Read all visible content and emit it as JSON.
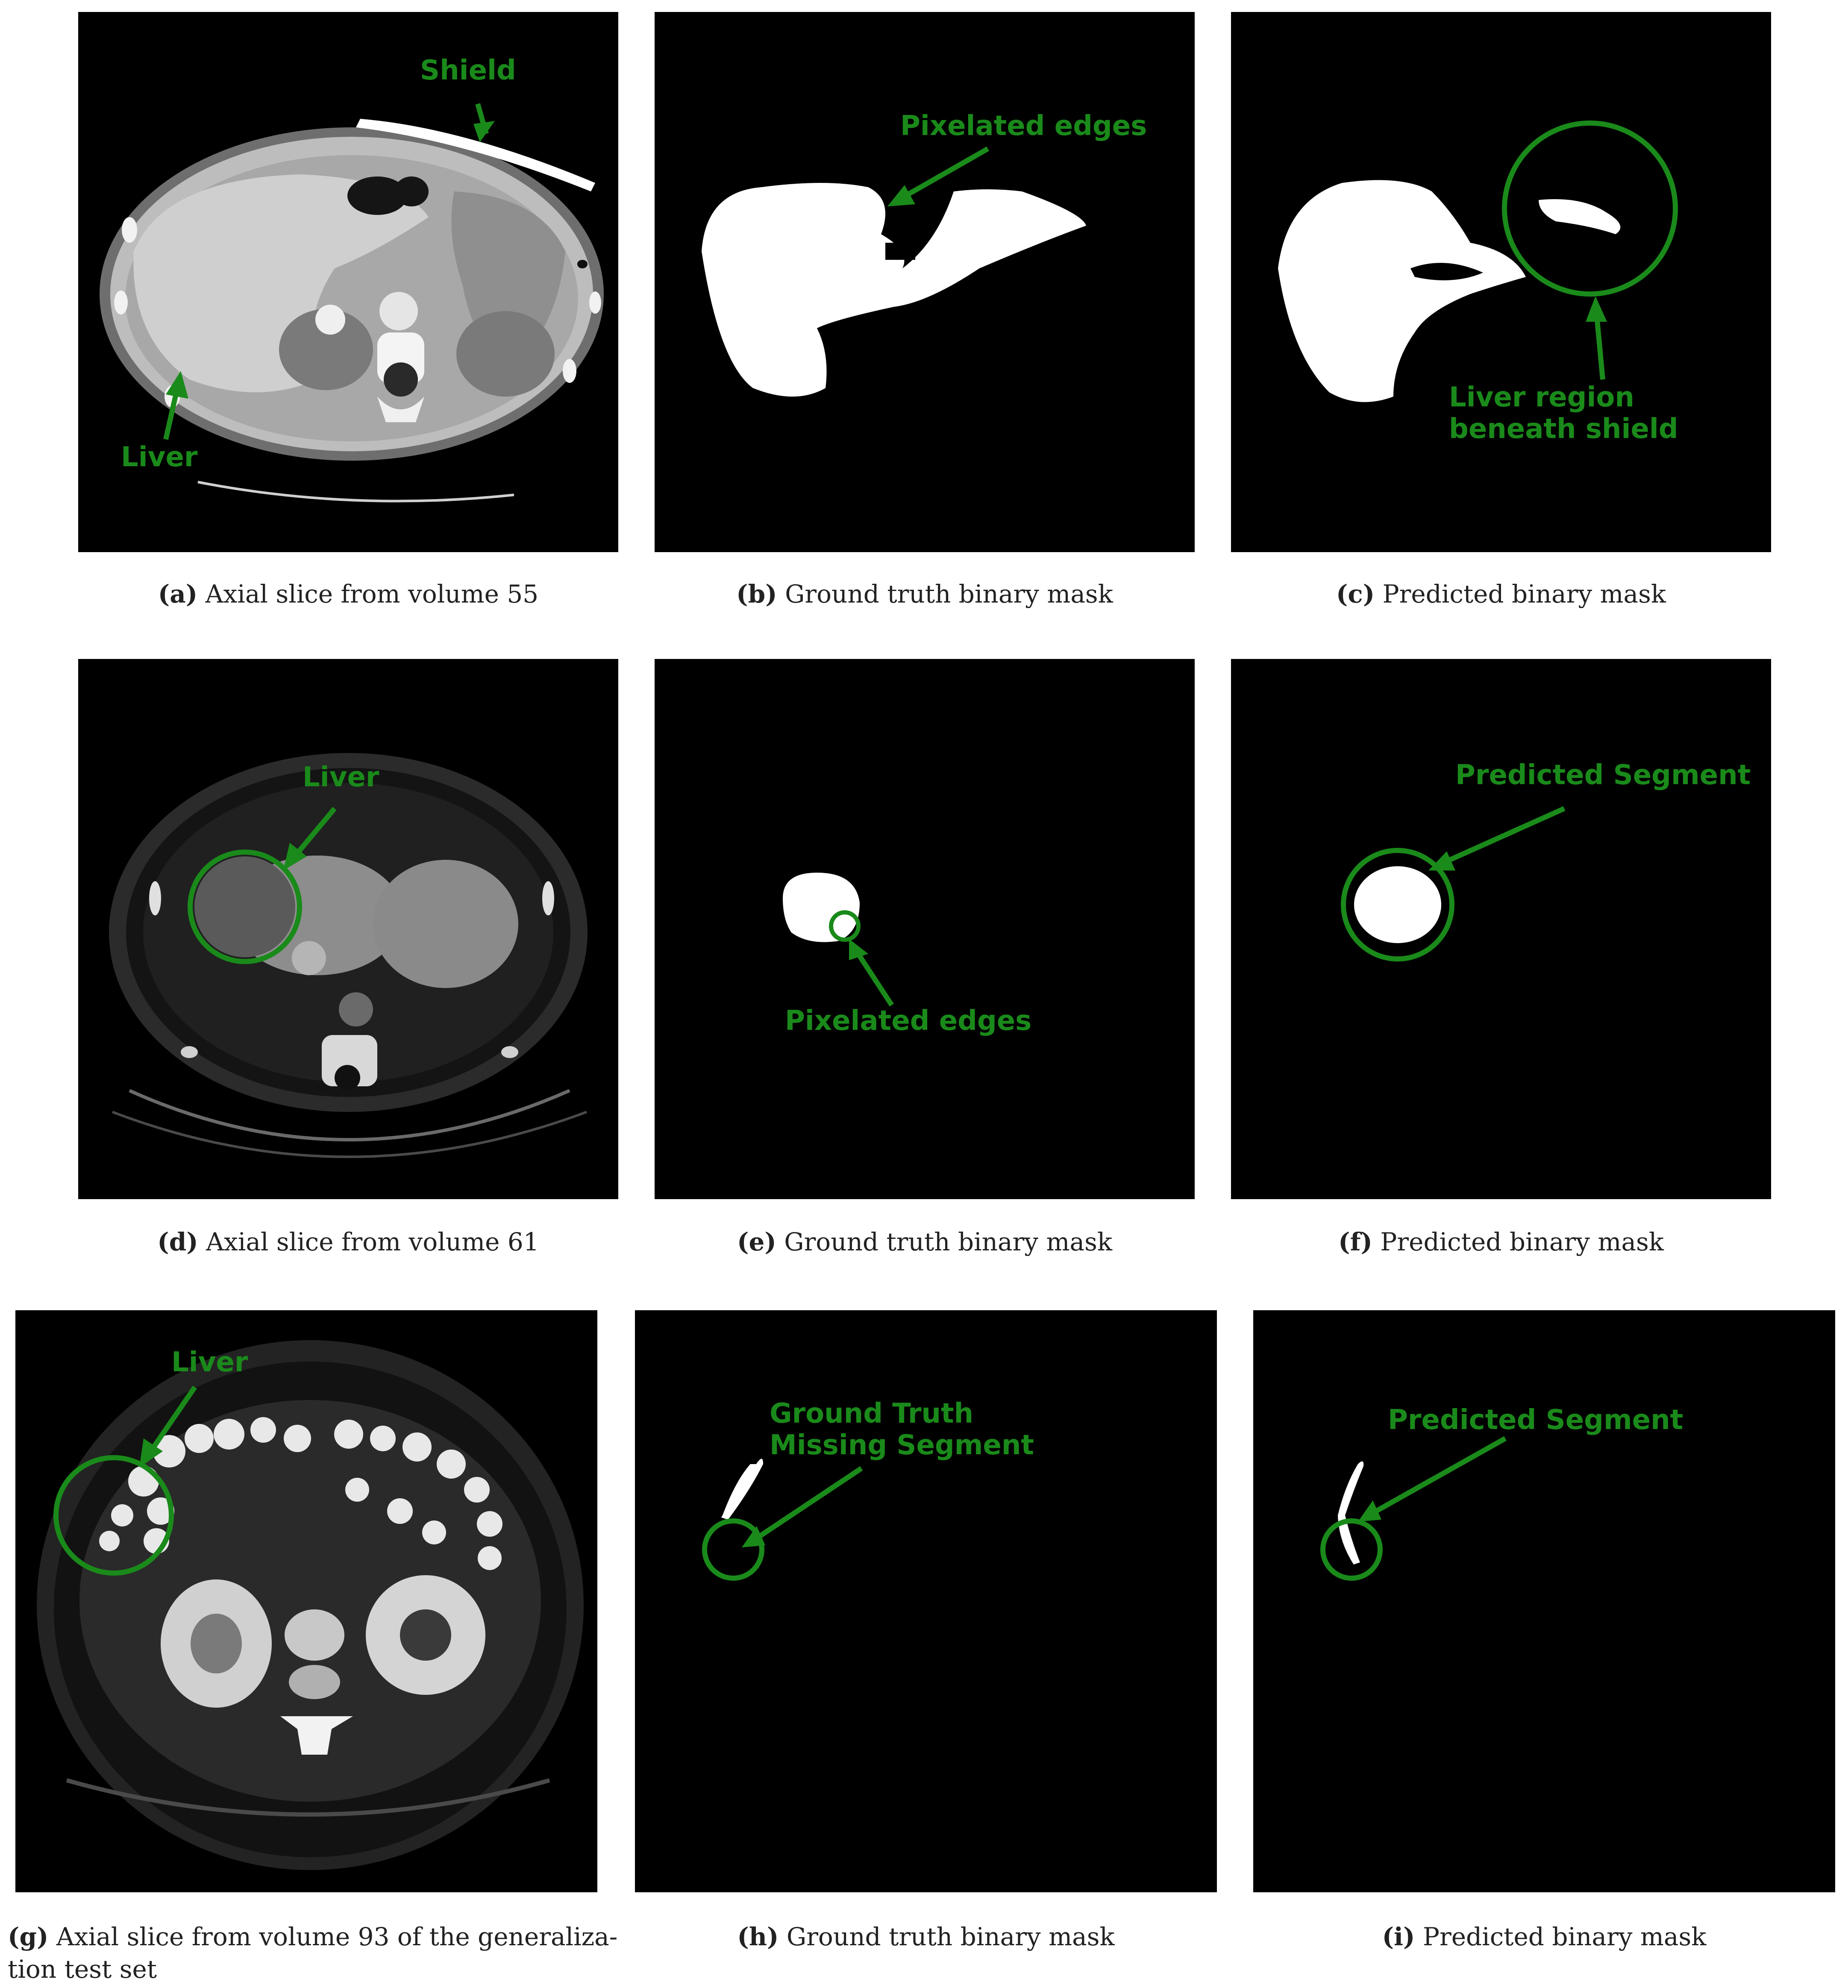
{
  "colors": {
    "annotation": "#1a8a1a",
    "background": "#000000",
    "mask": "#ffffff",
    "caption_text": "#222222"
  },
  "rows": [
    {
      "panels": [
        {
          "id": "a",
          "kind": "ct-slice",
          "annotations": [
            "Shield",
            "Liver"
          ],
          "caption": {
            "tag": "(a)",
            "text": "Axial slice from volume 55"
          }
        },
        {
          "id": "b",
          "kind": "ground-truth-mask",
          "annotations": [
            "Pixelated edges"
          ],
          "caption": {
            "tag": "(b)",
            "text": "Ground truth binary mask"
          }
        },
        {
          "id": "c",
          "kind": "predicted-mask",
          "annotations": [
            "Liver region beneath shield"
          ],
          "caption": {
            "tag": "(c)",
            "text": "Predicted binary mask"
          }
        }
      ]
    },
    {
      "panels": [
        {
          "id": "d",
          "kind": "ct-slice",
          "annotations": [
            "Liver"
          ],
          "caption": {
            "tag": "(d)",
            "text": "Axial slice from volume 61"
          }
        },
        {
          "id": "e",
          "kind": "ground-truth-mask",
          "annotations": [
            "Pixelated edges"
          ],
          "caption": {
            "tag": "(e)",
            "text": "Ground truth binary mask"
          }
        },
        {
          "id": "f",
          "kind": "predicted-mask",
          "annotations": [
            "Predicted Segment"
          ],
          "caption": {
            "tag": "(f)",
            "text": "Predicted binary mask"
          }
        }
      ]
    },
    {
      "panels": [
        {
          "id": "g",
          "kind": "ct-slice",
          "annotations": [
            "Liver"
          ],
          "caption": {
            "tag": "(g)",
            "text": "Axial slice from volume 93 of the generaliza-tion test set"
          }
        },
        {
          "id": "h",
          "kind": "ground-truth-mask",
          "annotations": [
            "Ground Truth Missing Segment"
          ],
          "caption": {
            "tag": "(h)",
            "text": "Ground truth binary mask"
          }
        },
        {
          "id": "i",
          "kind": "predicted-mask",
          "annotations": [
            "Predicted Segment"
          ],
          "caption": {
            "tag": "(i)",
            "text": "Predicted binary mask"
          }
        }
      ]
    }
  ]
}
